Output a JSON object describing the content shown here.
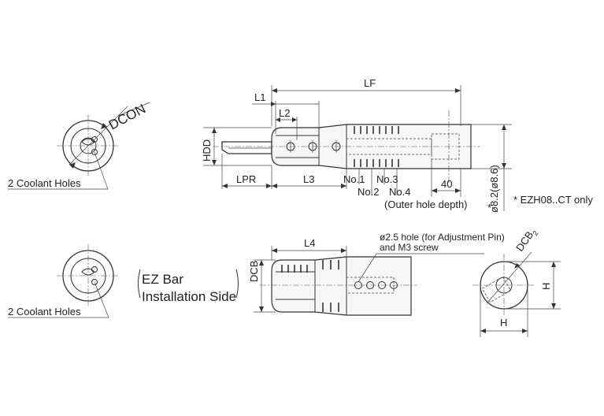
{
  "labels": {
    "dcon": "DCON",
    "coolant_top": "2 Coolant Holes",
    "coolant_bottom": "2 Coolant Holes",
    "lf": "LF",
    "l1": "L1",
    "l2": "L2",
    "hdd": "HDD",
    "lpr": "LPR",
    "l3": "L3",
    "no1": "No.1",
    "no2": "No.2",
    "no3": "No.3",
    "no4": "No.4",
    "outer_hole_depth": "(Outer hole depth)",
    "dim_40": "40",
    "dia_82": "ø8.2(ø8.6)",
    "ezh_note": "* EZH08..CT only",
    "asterisk": "*",
    "ez_bar": "EZ Bar",
    "installation_side": "Installation Side",
    "l4": "L4",
    "dcb": "DCB",
    "adj_pin_line1": "ø2.5 hole (for Adjustment Pin)",
    "adj_pin_line2": "and M3 screw",
    "dcb2": "DCB",
    "dcb2_sub": "2",
    "h_vertical": "H",
    "h_horizontal": "H"
  }
}
